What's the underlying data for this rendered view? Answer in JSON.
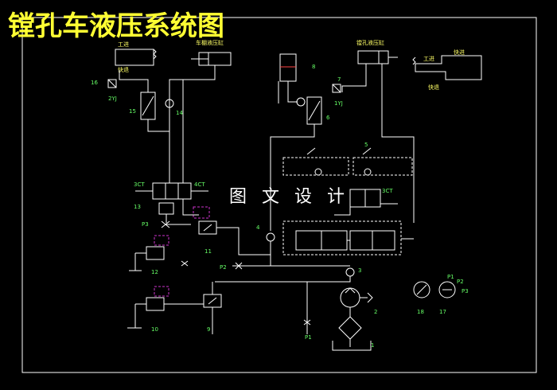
{
  "title": "镗孔车液压系统图",
  "watermark": "图 文 设 计",
  "labels": {
    "gongjin_left": "工进",
    "kuaitui_left": "快退",
    "cylinder_left": "车棚液压缸",
    "cylinder_right": "镗孔液压缸",
    "gongjin_right": "工进",
    "kuaijin_right": "快进",
    "kuaitui_right": "快退",
    "n16": "16",
    "n2yj": "2YJ",
    "n15": "15",
    "n14": "14",
    "n8": "8",
    "n7": "7",
    "n1yj": "1YJ",
    "n6": "6",
    "n5": "5",
    "n3ct_a": "3CT",
    "n4ct": "4CT",
    "n13": "13",
    "n3ct_b": "3CT",
    "p3_left": "P3",
    "n11": "11",
    "n4": "4",
    "n12": "12",
    "p2": "P2",
    "n3": "3",
    "n10": "10",
    "n9": "9",
    "p1_bottom": "P1",
    "n2": "2",
    "n1": "1",
    "n18": "18",
    "n17": "17",
    "p1_right": "P1",
    "p2_right": "P2",
    "p3_right": "P3"
  },
  "colors": {
    "background": "#000000",
    "title": "#ffff33",
    "lines": "#ffffff",
    "labels": "#66ff66",
    "accent": "#cc33cc"
  }
}
